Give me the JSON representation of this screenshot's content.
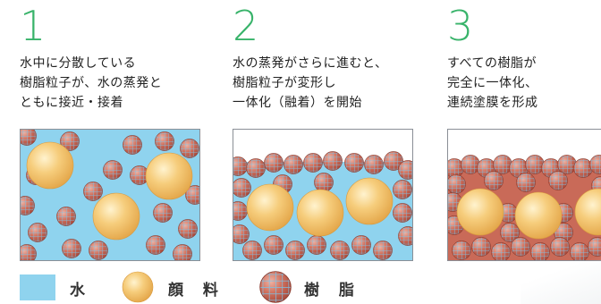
{
  "steps": [
    {
      "number": "1",
      "lines": [
        "水中に分散している",
        "樹脂粒子が、水の蒸発と",
        "ともに接近・接着"
      ]
    },
    {
      "number": "2",
      "lines": [
        "水の蒸発がさらに進むと、",
        "樹脂粒子が変形し",
        "一体化（融着）を開始"
      ]
    },
    {
      "number": "3",
      "lines": [
        "すべての樹脂が",
        "完全に一体化、",
        "連続塗膜を形成"
      ]
    }
  ],
  "legend": {
    "water": "水",
    "pigment": "顔 料",
    "resin": "樹 脂"
  },
  "colors": {
    "number_green": "#38b36a",
    "water_blue": "#8fd3ee",
    "pigment_gold": "#f2c46a",
    "resin_red": "#c96a58",
    "resin_grid": "#7ac3e6"
  }
}
